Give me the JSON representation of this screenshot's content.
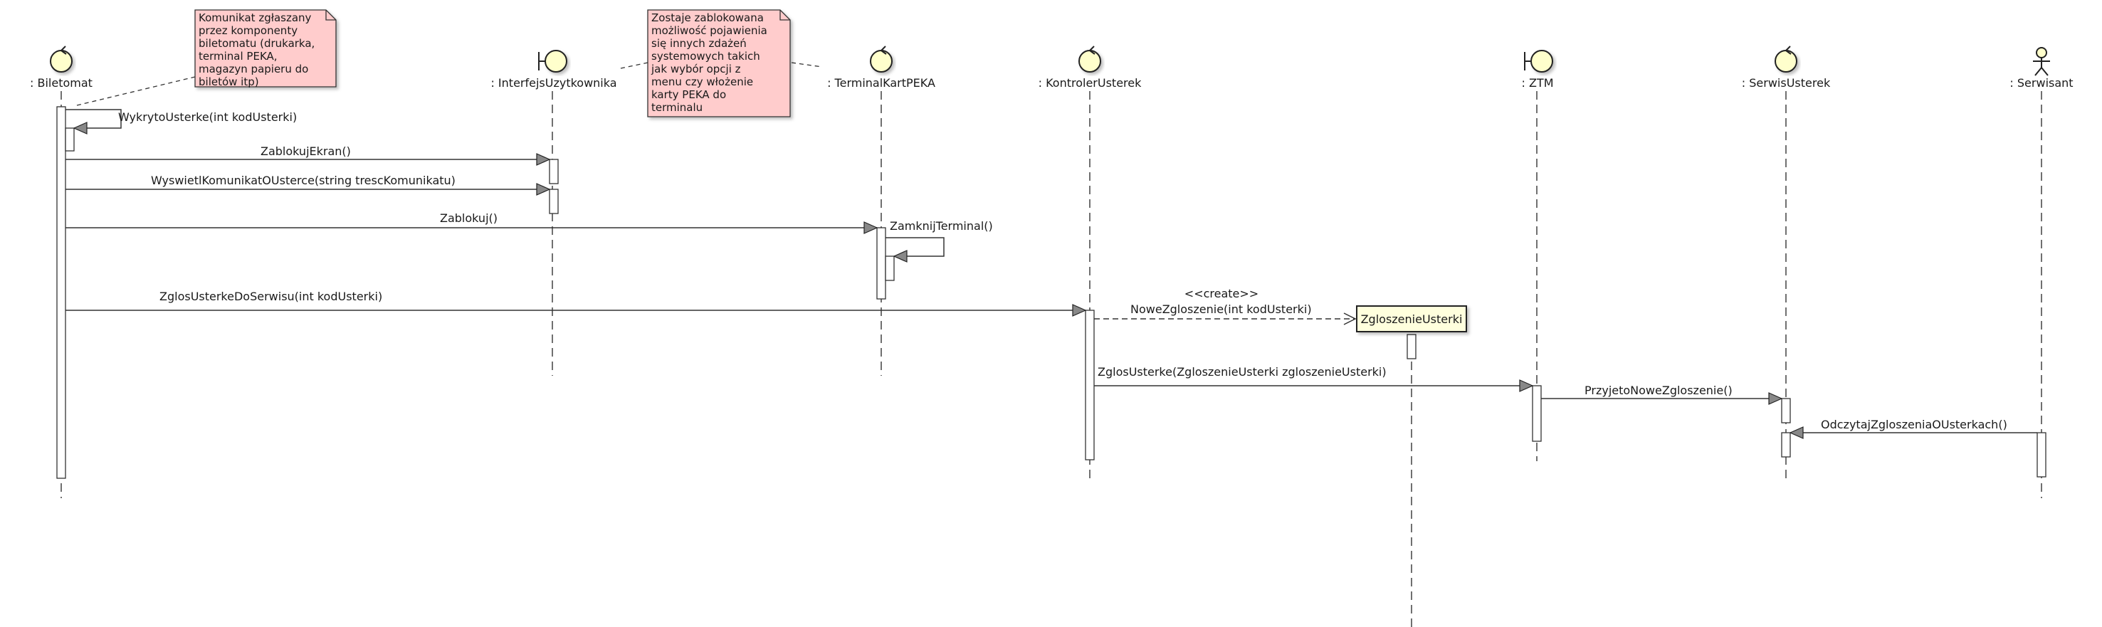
{
  "participants": [
    {
      "id": "biletomat",
      "label": ": Biletomat",
      "kind": "control"
    },
    {
      "id": "interfejs",
      "label": ": InterfejsUzytkownika",
      "kind": "boundary"
    },
    {
      "id": "terminal",
      "label": ": TerminalKartPEKA",
      "kind": "control"
    },
    {
      "id": "kontroler",
      "label": ": KontrolerUsterek",
      "kind": "control"
    },
    {
      "id": "ztm",
      "label": ": ZTM",
      "kind": "boundary"
    },
    {
      "id": "serwis",
      "label": ": SerwisUsterek",
      "kind": "control"
    },
    {
      "id": "serwisant",
      "label": ": Serwisant",
      "kind": "actor"
    }
  ],
  "created_object": {
    "label": "ZgloszenieUsterki"
  },
  "messages": [
    {
      "label": "WykrytoUsterke(int kodUsterki)",
      "from": "biletomat",
      "to": "biletomat"
    },
    {
      "label": "ZablokujEkran()",
      "from": "biletomat",
      "to": "interfejs"
    },
    {
      "label": "WyswietlKomunikatOUsterce(string trescKomunikatu)",
      "from": "biletomat",
      "to": "interfejs"
    },
    {
      "label": "Zablokuj()",
      "from": "biletomat",
      "to": "terminal"
    },
    {
      "label": "ZamknijTerminal()",
      "from": "terminal",
      "to": "terminal"
    },
    {
      "label": "ZglosUsterkeDoSerwisu(int kodUsterki)",
      "from": "biletomat",
      "to": "kontroler"
    },
    {
      "stereotype": "<<create>>",
      "label": "NoweZgloszenie(int kodUsterki)",
      "from": "kontroler",
      "to": "zgloszenie"
    },
    {
      "label": "ZglosUsterke(ZgloszenieUsterki zgloszenieUsterki)",
      "from": "kontroler",
      "to": "ztm"
    },
    {
      "label": "PrzyjetoNoweZgloszenie()",
      "from": "ztm",
      "to": "serwis"
    },
    {
      "label": "OdczytajZgloszeniaOUsterkach()",
      "from": "serwisant",
      "to": "serwis"
    }
  ],
  "notes": [
    {
      "lines": [
        "Komunikat zgłaszany",
        "przez komponenty",
        "biletomatu (drukarka,",
        "terminal PEKA,",
        "magazyn papieru do",
        "biletów itp)"
      ]
    },
    {
      "lines": [
        "Zostaje zablokowana",
        "możliwość pojawienia",
        "się innych zdażeń",
        "systemowych takich",
        "jak wybór opcji z",
        "menu czy włożenie",
        "karty PEKA do",
        "terminalu"
      ]
    }
  ],
  "colors": {
    "note_fill": "#ffcccc",
    "create_fill": "#ffffdd",
    "line": "#222222"
  }
}
